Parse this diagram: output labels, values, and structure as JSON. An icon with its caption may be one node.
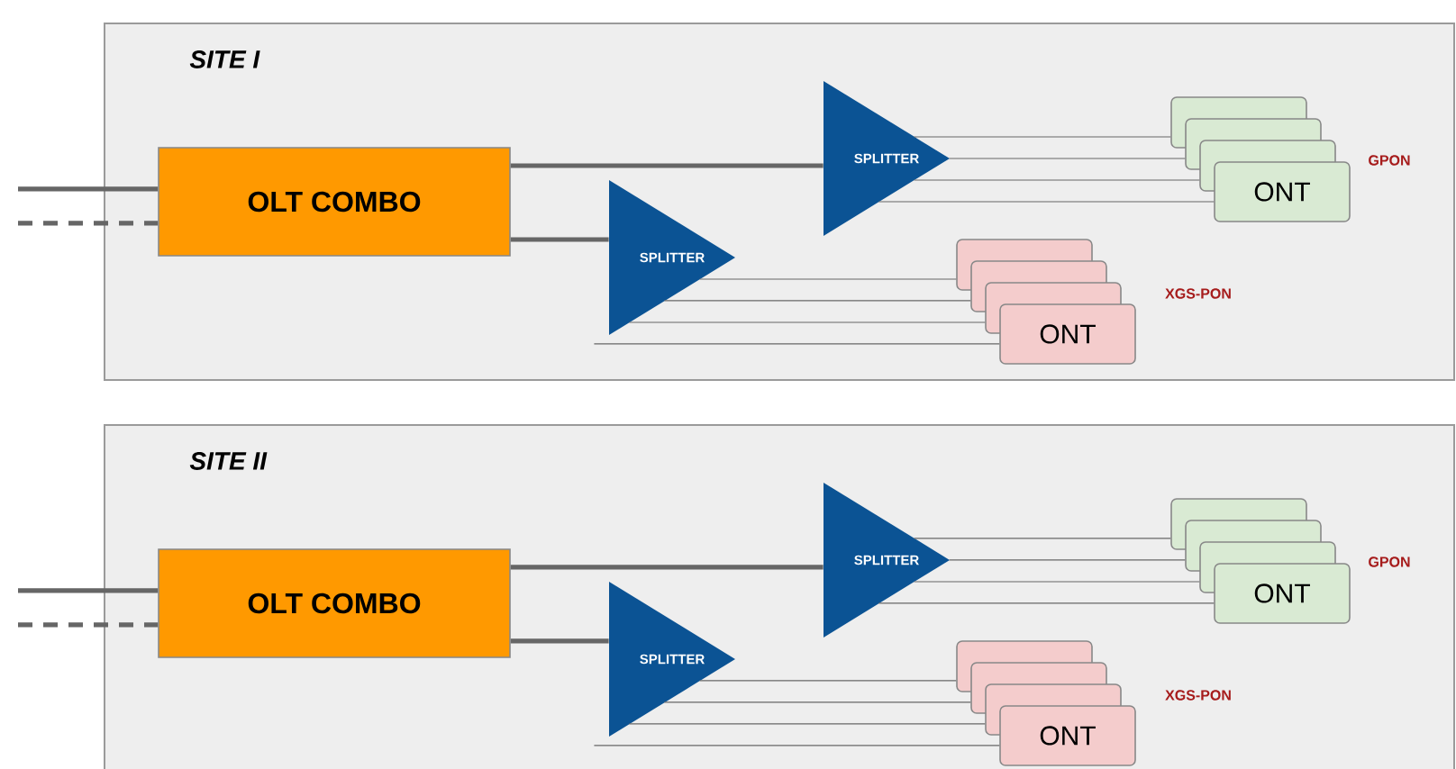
{
  "diagram": {
    "nodes": [
      {
        "text": [
          "SITE I"
        ]
      },
      {
        "text": [
          "OLT COMBO"
        ],
        "in": 0
      },
      {
        "text": [
          "SPLITTER"
        ],
        "in": 0
      },
      {
        "text": [],
        "shape": "box",
        "in": 0
      },
      {
        "text": [],
        "shape": "box",
        "in": 0
      },
      {
        "text": [],
        "shape": "box",
        "in": 0
      },
      {
        "text": [
          "ONT"
        ],
        "beside": [
          "GPON"
        ],
        "in": 0
      },
      {
        "text": [
          "SPLITTER"
        ],
        "in": 0
      },
      {
        "text": [],
        "shape": "box",
        "in": 0
      },
      {
        "text": [],
        "shape": "box",
        "in": 0
      },
      {
        "text": [],
        "shape": "box",
        "in": 0
      },
      {
        "text": [
          "ONT"
        ],
        "beside": [
          "XGS-PON"
        ],
        "in": 0
      },
      {
        "text": [
          "SITE II"
        ]
      },
      {
        "text": [
          "OLT COMBO"
        ],
        "in": 12
      },
      {
        "text": [
          "SPLITTER"
        ],
        "in": 12
      },
      {
        "text": [],
        "shape": "box",
        "in": 12
      },
      {
        "text": [],
        "shape": "box",
        "in": 12
      },
      {
        "text": [],
        "shape": "box",
        "in": 12
      },
      {
        "text": [
          "ONT"
        ],
        "beside": [
          "GPON"
        ],
        "in": 12
      },
      {
        "text": [
          "SPLITTER"
        ],
        "in": 12
      },
      {
        "text": [],
        "shape": "box",
        "in": 12
      },
      {
        "text": [],
        "shape": "box",
        "in": 12
      },
      {
        "text": [],
        "shape": "box",
        "in": 12
      },
      {
        "text": [
          "ONT"
        ],
        "beside": [
          "XGS-PON"
        ],
        "in": 12
      }
    ],
    "edges": [
      {
        "from": null,
        "to": 1,
        "arrow": "none",
        "style": "thick"
      },
      {
        "from": null,
        "to": 1,
        "arrow": "none",
        "style": "dashed"
      },
      {
        "from": 1,
        "to": 2,
        "arrow": "none",
        "style": "thick"
      },
      {
        "from": 1,
        "to": 7,
        "arrow": "none",
        "style": "thick"
      },
      {
        "from": 2,
        "to": 3,
        "arrow": "none"
      },
      {
        "from": 2,
        "to": 4,
        "arrow": "none"
      },
      {
        "from": 2,
        "to": 5,
        "arrow": "none"
      },
      {
        "from": 2,
        "to": 6,
        "arrow": "none"
      },
      {
        "from": 7,
        "to": 8,
        "arrow": "none"
      },
      {
        "from": 7,
        "to": 9,
        "arrow": "none"
      },
      {
        "from": 7,
        "to": 10,
        "arrow": "none"
      },
      {
        "from": 7,
        "to": 11,
        "arrow": "none"
      },
      {
        "from": null,
        "to": 13,
        "arrow": "none",
        "style": "thick"
      },
      {
        "from": null,
        "to": 13,
        "arrow": "none",
        "style": "dashed"
      },
      {
        "from": 13,
        "to": 14,
        "arrow": "none",
        "style": "thick"
      },
      {
        "from": 13,
        "to": 19,
        "arrow": "none",
        "style": "thick"
      },
      {
        "from": 14,
        "to": 15,
        "arrow": "none"
      },
      {
        "from": 14,
        "to": 16,
        "arrow": "none"
      },
      {
        "from": 14,
        "to": 17,
        "arrow": "none"
      },
      {
        "from": 14,
        "to": 18,
        "arrow": "none"
      },
      {
        "from": 19,
        "to": 20,
        "arrow": "none"
      },
      {
        "from": 19,
        "to": 21,
        "arrow": "none"
      },
      {
        "from": 19,
        "to": 22,
        "arrow": "none"
      },
      {
        "from": 19,
        "to": 23,
        "arrow": "none"
      }
    ]
  }
}
